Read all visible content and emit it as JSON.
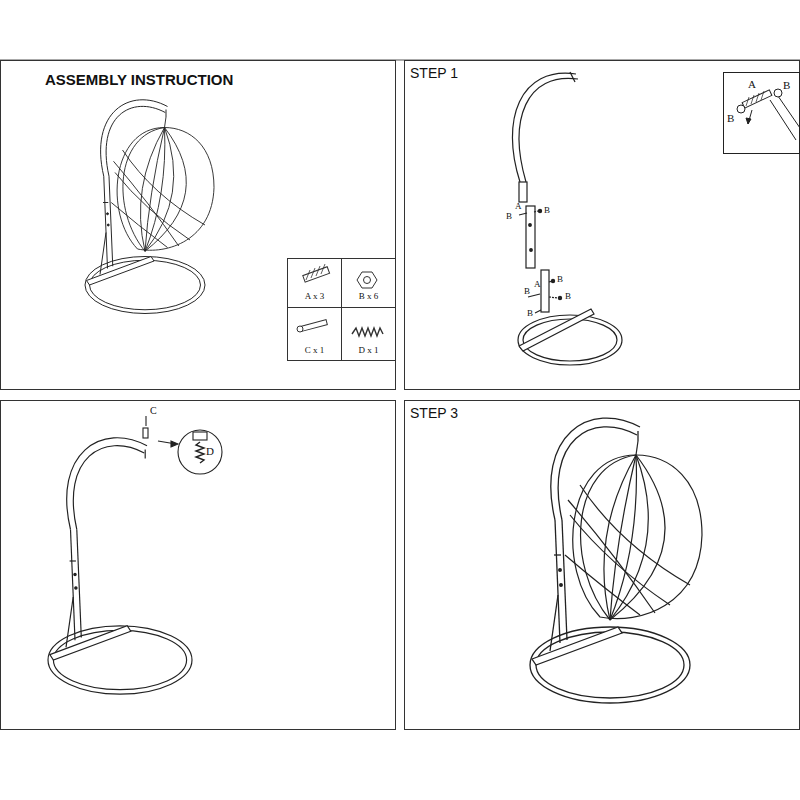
{
  "diagram": {
    "title": "ASSEMBLY INSTRUCTION",
    "labels": [
      "STEP 1",
      "STEP 3",
      "A x 3",
      "B x 6",
      "C x 1",
      "D x 1",
      "A",
      "B",
      "B",
      "B",
      "A",
      "B",
      "B",
      "B",
      "A",
      "B",
      "B",
      "C",
      "D"
    ]
  }
}
